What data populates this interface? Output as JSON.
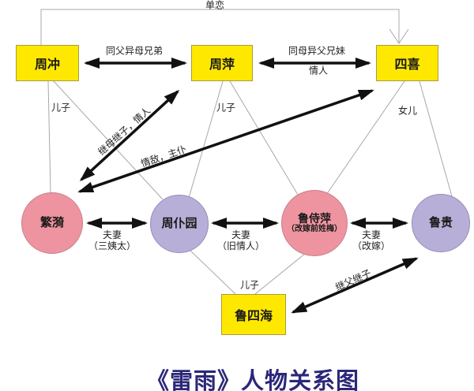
{
  "title": "《雷雨》人物关系图",
  "nodes": {
    "zhou_chong": {
      "label": "周冲"
    },
    "zhou_ping": {
      "label": "周萍"
    },
    "si_xi": {
      "label": "四喜"
    },
    "fan_yi": {
      "label": "繁漪"
    },
    "zhou_pu_yuan": {
      "label": "周仆园"
    },
    "lu_shi_ping": {
      "label": "鲁侍萍",
      "note": "（改嫁前姓梅）"
    },
    "lu_gui": {
      "label": "鲁贵"
    },
    "lu_si_hai": {
      "label": "鲁四海"
    }
  },
  "relations": {
    "unrequited_love": {
      "label": "单恋"
    },
    "half_brothers_same_father": {
      "label": "同父异母兄弟"
    },
    "half_siblings_same_mother": {
      "label": "同母异父兄妹"
    },
    "lovers": {
      "label": "情人"
    },
    "stepmother_stepson_lovers": {
      "label": "继母继子，情人"
    },
    "love_rivals_master_servant": {
      "label": "情敌，主仆"
    },
    "son_zhou_chong": {
      "label": "儿子"
    },
    "son_zhou_ping": {
      "label": "儿子"
    },
    "daughter_si_xi": {
      "label": "女儿"
    },
    "couple_concubine": {
      "label": "夫妻",
      "note": "（三姨太）"
    },
    "couple_old_lovers": {
      "label": "夫妻",
      "note": "（旧情人）"
    },
    "couple_remarried": {
      "label": "夫妻",
      "note": "（改嫁）"
    },
    "son_lu_si_hai": {
      "label": "儿子"
    },
    "stepfather_stepson": {
      "label": "继父继子"
    }
  },
  "colors": {
    "box_fill": "#ffe800",
    "box_border": "#a89c3c",
    "circle_pink": "#ee94a0",
    "circle_pink_border": "#c97f8a",
    "circle_lavender": "#b8afd8",
    "circle_lavender_border": "#958cb8",
    "arrow": "#111111",
    "thin_line": "#a8a8a8",
    "title": "#2b2879"
  }
}
